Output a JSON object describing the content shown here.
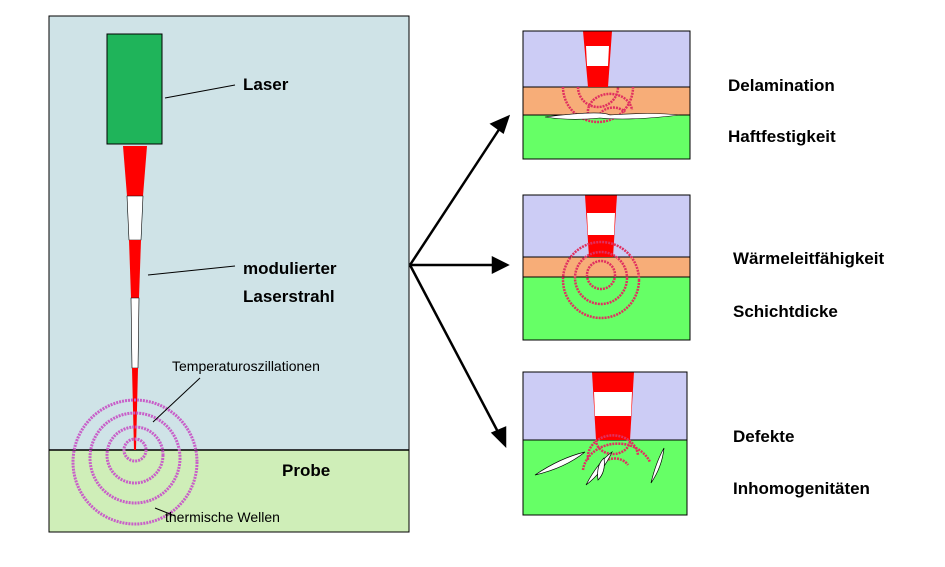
{
  "main_panel": {
    "laser_label": "Laser",
    "beam_label_line1": "modulierter",
    "beam_label_line2": "Laserstrahl",
    "oscillation_label": "Temperaturoszillationen",
    "sample_label": "Probe",
    "waves_label": "thermische Wellen"
  },
  "cases": [
    {
      "label1": "Delamination",
      "label2": "Haftfestigkeit"
    },
    {
      "label1": "Wärmeleitfähigkeit",
      "label2": "Schichtdicke"
    },
    {
      "label1": "Defekte",
      "label2": "Inhomogenitäten"
    }
  ],
  "colors": {
    "panel_bg": "#cfe3e7",
    "sample": "#cfeeb8",
    "laser_box": "#1fb45a",
    "beam_red": "#ff0000",
    "beam_white": "#ffffff",
    "coating_top": "#ccccf5",
    "coating_orange": "#f7ad78",
    "substrate_green": "#66ff66",
    "wave_pink": "#d060d0",
    "wave_red": "#e03050"
  }
}
